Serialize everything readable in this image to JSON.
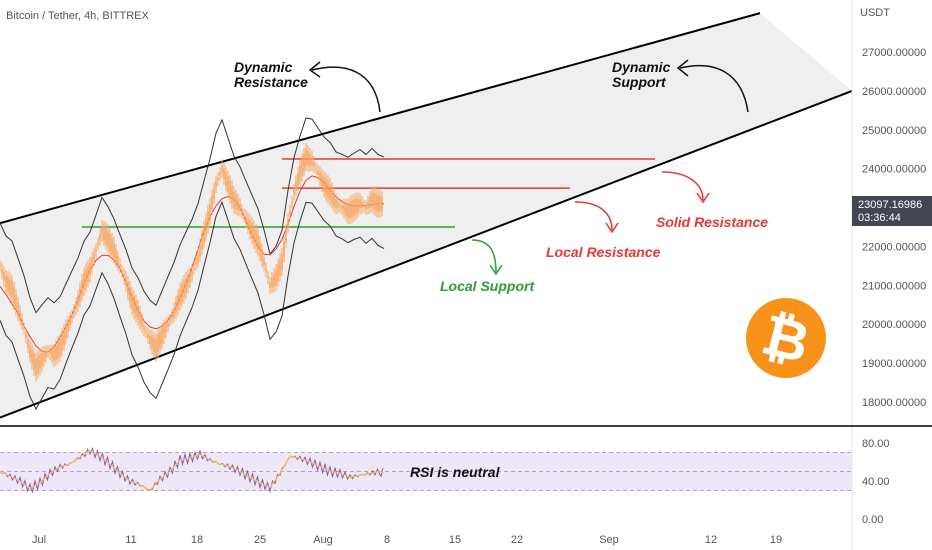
{
  "header": {
    "symbol_label": "Bitcoin / Tether, 4h, BITTREX",
    "currency_label": "USDT"
  },
  "annotations": {
    "dynamic_resistance": [
      "Dynamic",
      "Resistance"
    ],
    "dynamic_support": [
      "Dynamic",
      "Support"
    ],
    "solid_resistance": "Solid Resistance",
    "local_resistance": "Local Resistance",
    "local_support": "Local Support",
    "rsi_note": "RSI is neutral"
  },
  "price_badge": {
    "price": "23097.16986",
    "countdown": "03:36:44"
  },
  "colors": {
    "candles": "#f7a35c",
    "support_line": "#2e9d33",
    "resistance_line": "#e53935",
    "channel_fill": "#ececec",
    "rsi_band": "#ede7f6",
    "rsi_line": "#7e57c2",
    "rsi_ma": "#f5c242",
    "bitcoin_logo": "#f7931a"
  },
  "chart_data": {
    "type": "line",
    "ylabel": "USDT",
    "ylim": [
      17800,
      28000
    ],
    "y_ticks": [
      "27000.00000",
      "26000.00000",
      "25000.00000",
      "24000.00000",
      "23000.00000",
      "22000.00000",
      "21000.00000",
      "20000.00000",
      "19000.00000",
      "18000.00000"
    ],
    "x_ticks": [
      "Jul",
      "11",
      "18",
      "25",
      "Aug",
      "8",
      "15",
      "22",
      "Sep",
      "12",
      "19"
    ],
    "last_price": 23097.16986,
    "channel": {
      "upper_line": [
        [
          0,
          22600
        ],
        [
          760,
          28000
        ]
      ],
      "lower_line": [
        [
          0,
          17600
        ],
        [
          852,
          26000
        ]
      ]
    },
    "horizontal_levels": [
      {
        "name": "Solid Resistance",
        "value": 24250,
        "x_start": 282,
        "x_end": 655
      },
      {
        "name": "Local Resistance",
        "value": 23500,
        "x_start": 282,
        "x_end": 570
      },
      {
        "name": "Local Support",
        "value": 22500,
        "x_start": 82,
        "x_end": 455
      }
    ],
    "price_series": [
      [
        0,
        21500
      ],
      [
        6,
        21100
      ],
      [
        12,
        20900
      ],
      [
        18,
        20400
      ],
      [
        24,
        19900
      ],
      [
        30,
        19300
      ],
      [
        36,
        18900
      ],
      [
        42,
        19100
      ],
      [
        48,
        19300
      ],
      [
        54,
        19200
      ],
      [
        60,
        19400
      ],
      [
        66,
        19800
      ],
      [
        72,
        20200
      ],
      [
        78,
        20600
      ],
      [
        84,
        21100
      ],
      [
        90,
        21400
      ],
      [
        96,
        21900
      ],
      [
        102,
        22400
      ],
      [
        108,
        22200
      ],
      [
        114,
        21900
      ],
      [
        120,
        21500
      ],
      [
        126,
        21100
      ],
      [
        132,
        20600
      ],
      [
        138,
        20300
      ],
      [
        144,
        19900
      ],
      [
        150,
        19600
      ],
      [
        156,
        19400
      ],
      [
        162,
        19700
      ],
      [
        168,
        20000
      ],
      [
        174,
        20300
      ],
      [
        180,
        20700
      ],
      [
        186,
        21000
      ],
      [
        192,
        21300
      ],
      [
        198,
        21700
      ],
      [
        204,
        22300
      ],
      [
        210,
        22900
      ],
      [
        216,
        23600
      ],
      [
        222,
        24000
      ],
      [
        228,
        23600
      ],
      [
        234,
        23200
      ],
      [
        240,
        23000
      ],
      [
        246,
        22700
      ],
      [
        252,
        22400
      ],
      [
        258,
        22100
      ],
      [
        264,
        21600
      ],
      [
        270,
        21000
      ],
      [
        276,
        21200
      ],
      [
        282,
        21600
      ],
      [
        288,
        22600
      ],
      [
        294,
        23400
      ],
      [
        300,
        23900
      ],
      [
        306,
        24300
      ],
      [
        312,
        24200
      ],
      [
        318,
        23900
      ],
      [
        324,
        23600
      ],
      [
        330,
        23400
      ],
      [
        336,
        23100
      ],
      [
        342,
        23000
      ],
      [
        348,
        22900
      ],
      [
        354,
        23000
      ],
      [
        360,
        23100
      ],
      [
        366,
        23000
      ],
      [
        372,
        23200
      ],
      [
        378,
        23100
      ],
      [
        384,
        23097
      ]
    ],
    "rsi": {
      "ylim": [
        0,
        100
      ],
      "y_ticks": [
        "80.00",
        "40.00",
        "0.00"
      ],
      "band": [
        30,
        70
      ],
      "series": [
        [
          0,
          50
        ],
        [
          10,
          45
        ],
        [
          20,
          40
        ],
        [
          30,
          32
        ],
        [
          40,
          38
        ],
        [
          50,
          48
        ],
        [
          60,
          55
        ],
        [
          70,
          58
        ],
        [
          80,
          65
        ],
        [
          90,
          72
        ],
        [
          100,
          66
        ],
        [
          110,
          58
        ],
        [
          120,
          48
        ],
        [
          130,
          40
        ],
        [
          140,
          36
        ],
        [
          150,
          30
        ],
        [
          160,
          42
        ],
        [
          170,
          50
        ],
        [
          180,
          62
        ],
        [
          190,
          64
        ],
        [
          200,
          68
        ],
        [
          210,
          62
        ],
        [
          220,
          58
        ],
        [
          230,
          55
        ],
        [
          240,
          50
        ],
        [
          250,
          44
        ],
        [
          260,
          38
        ],
        [
          270,
          33
        ],
        [
          280,
          48
        ],
        [
          290,
          66
        ],
        [
          300,
          64
        ],
        [
          310,
          60
        ],
        [
          320,
          55
        ],
        [
          330,
          50
        ],
        [
          340,
          48
        ],
        [
          350,
          44
        ],
        [
          360,
          46
        ],
        [
          370,
          48
        ],
        [
          380,
          50
        ],
        [
          384,
          48
        ]
      ]
    }
  }
}
